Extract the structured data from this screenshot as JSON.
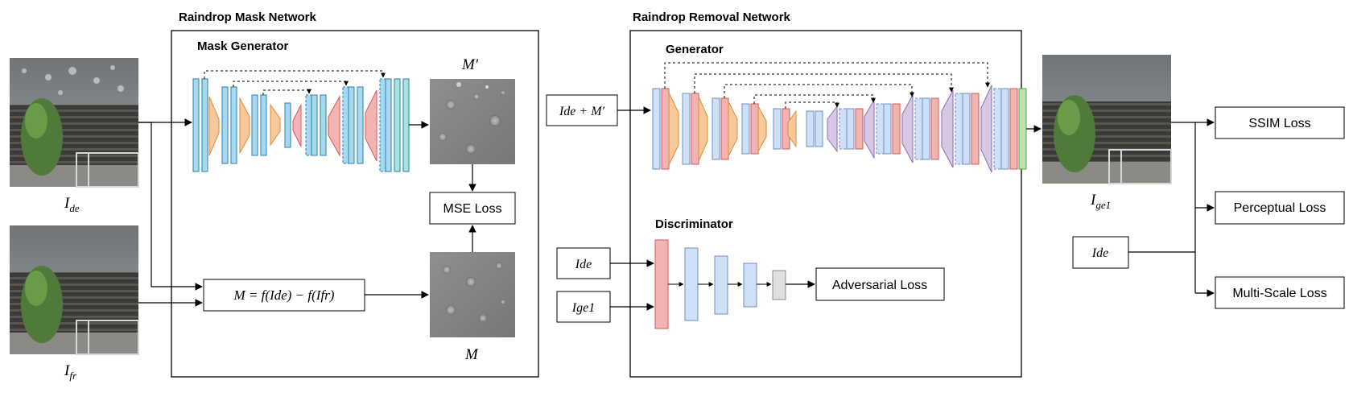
{
  "sections": {
    "mask_network": "Raindrop Mask Network",
    "removal_network": "Raindrop Removal Network"
  },
  "subsections": {
    "mask_generator": "Mask Generator",
    "generator": "Generator",
    "discriminator": "Discriminator"
  },
  "inputs": {
    "ide_main": "I",
    "ide_main_sub": "de",
    "ifr_main": "I",
    "ifr_main_sub": "fr"
  },
  "mask_formula": "M = f(Ide) − f(Ifr)",
  "mask_labels": {
    "predicted": "M′",
    "ground_truth": "M"
  },
  "losses": {
    "mse": "MSE Loss",
    "adversarial": "Adversarial Loss",
    "ssim": "SSIM Loss",
    "perceptual": "Perceptual Loss",
    "multiscale": "Multi-Scale Loss"
  },
  "generator_input": "Ide + M′",
  "disc_inputs": {
    "a": "Ide",
    "b": "Ige1"
  },
  "output": {
    "label": "I",
    "sub": "ge1"
  },
  "loss_reference": "Ide",
  "colors": {
    "conv_blue": "#a9d9ee",
    "conv_blue_stroke": "#2a7fb0",
    "gen_blue": "#cfe0f5",
    "gen_blue_stroke": "#6b8fc9",
    "orange": "#f7c99a",
    "orange_stroke": "#d98b3a",
    "red": "#f4b3b3",
    "red_stroke": "#d15a5a",
    "purple": "#d9c7e6",
    "purple_stroke": "#8d6cae",
    "teal": "#a9e3e0",
    "green": "#b9e3b0",
    "gray": "#e0e0e0"
  }
}
